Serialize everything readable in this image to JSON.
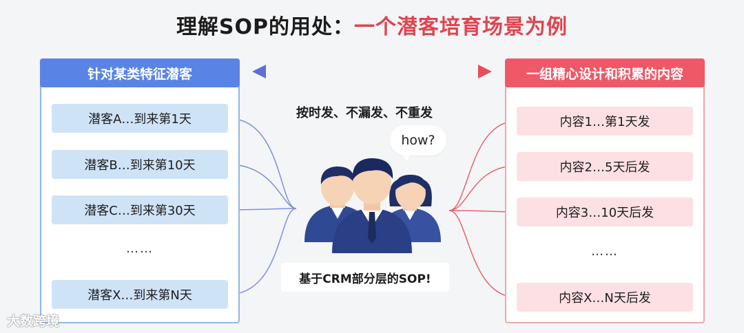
{
  "title": {
    "part1": "理解SOP的用处：",
    "part2": "一个潜客培育场景为例"
  },
  "left_panel": {
    "header": "针对某类特征潜客",
    "rows": [
      "潜客A…到来第1天",
      "潜客B…到来第10天",
      "潜客C…到来第30天",
      "……",
      "潜客X…到来第N天"
    ]
  },
  "right_panel": {
    "header": "一组精心设计和积累的内容",
    "rows": [
      "内容1…第1天发",
      "内容2…5天后发",
      "内容3…10天后发",
      "……",
      "内容X…N天后发"
    ]
  },
  "center": {
    "caption": "按时发、不漏发、不重发",
    "bubble": "how?",
    "sop_label": "基于CRM部分层的SOP!"
  },
  "footer": {
    "logo_text": "大数跨境"
  },
  "colors": {
    "title_accent": "#e0434e",
    "left_accent": "#5a83e6",
    "right_accent": "#ef5866",
    "left_row_bg": "#cfe3f7",
    "right_row_bg": "#fde0e3"
  }
}
